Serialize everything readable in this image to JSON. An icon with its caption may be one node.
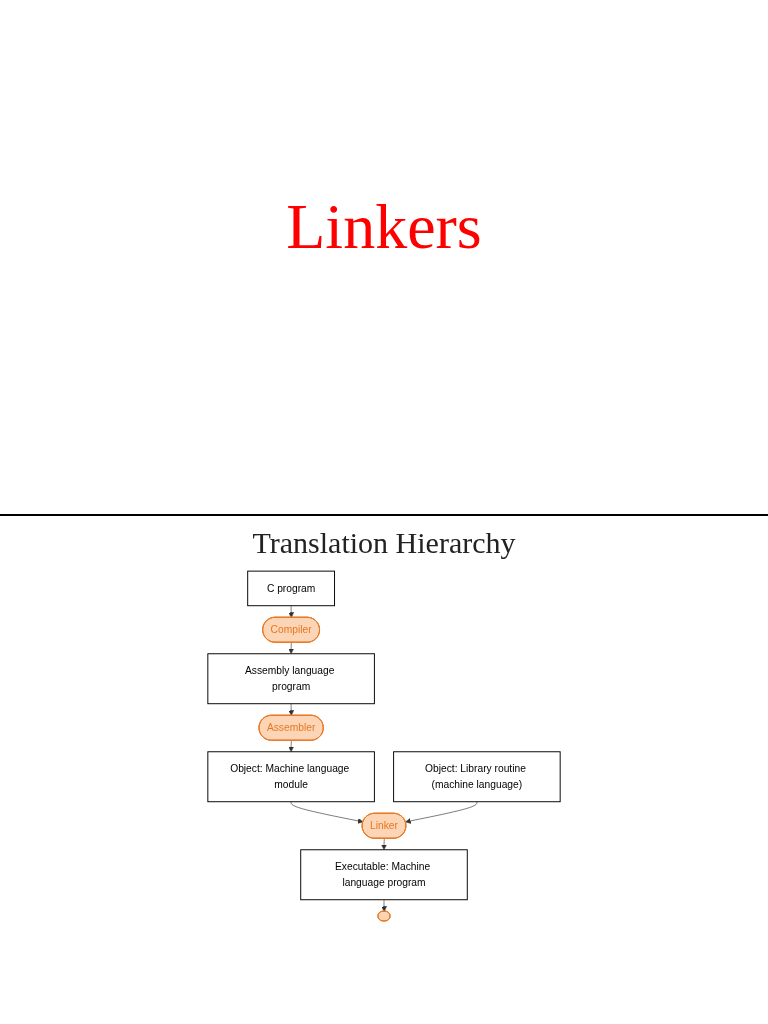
{
  "diagram": {
    "title": "Linkers",
    "nodes": [
      {
        "text": [
          "C program"
        ]
      },
      {
        "text": [
          "Compiler"
        ]
      },
      {
        "text": [
          "Assembly language program"
        ]
      },
      {
        "text": [
          "Assembler"
        ]
      },
      {
        "text": [
          "Object: Machine language module"
        ]
      },
      {
        "text": [
          "Object: Library routine (machine language)"
        ]
      },
      {
        "text": [
          "Linker"
        ]
      },
      {
        "text": [
          "Executable: Machine language program"
        ]
      },
      {
        "text": [],
        "shape": "circle"
      }
    ],
    "edges": [
      {
        "from": 0,
        "to": 1,
        "arrow": "to"
      },
      {
        "from": 1,
        "to": 2,
        "arrow": "to"
      },
      {
        "from": 2,
        "to": 3,
        "arrow": "to"
      },
      {
        "from": 3,
        "to": 4,
        "arrow": "to"
      },
      {
        "from": 4,
        "to": 6,
        "arrow": "to"
      },
      {
        "from": 5,
        "to": 6,
        "arrow": "to"
      },
      {
        "from": 6,
        "to": 7,
        "arrow": "to"
      },
      {
        "from": 7,
        "to": 8,
        "arrow": "to"
      }
    ],
    "labels": [
      "Translation Hierarchy"
    ]
  }
}
